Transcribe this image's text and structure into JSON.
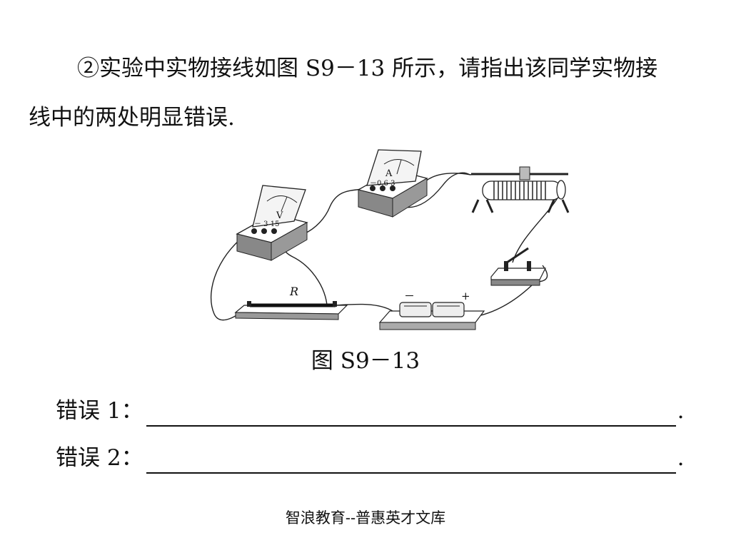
{
  "question": {
    "line1": "②实验中实物接线如图 S9－13 所示，请指出该同学实物接",
    "line2": "线中的两处明显错误."
  },
  "figure": {
    "caption": "图 S9－13",
    "voltmeter": {
      "letter": "V",
      "terminals": "－ 3 15"
    },
    "ammeter": {
      "letter": "A",
      "terminals": "－0.6 3"
    },
    "resistor_label": "R",
    "battery": {
      "minus": "－",
      "plus": "+"
    }
  },
  "errors": [
    {
      "label": "错误 1：",
      "answer": "",
      "end": "."
    },
    {
      "label": "错误 2：",
      "answer": "",
      "end": "."
    }
  ],
  "footer": "智浪教育--普惠英才文库"
}
